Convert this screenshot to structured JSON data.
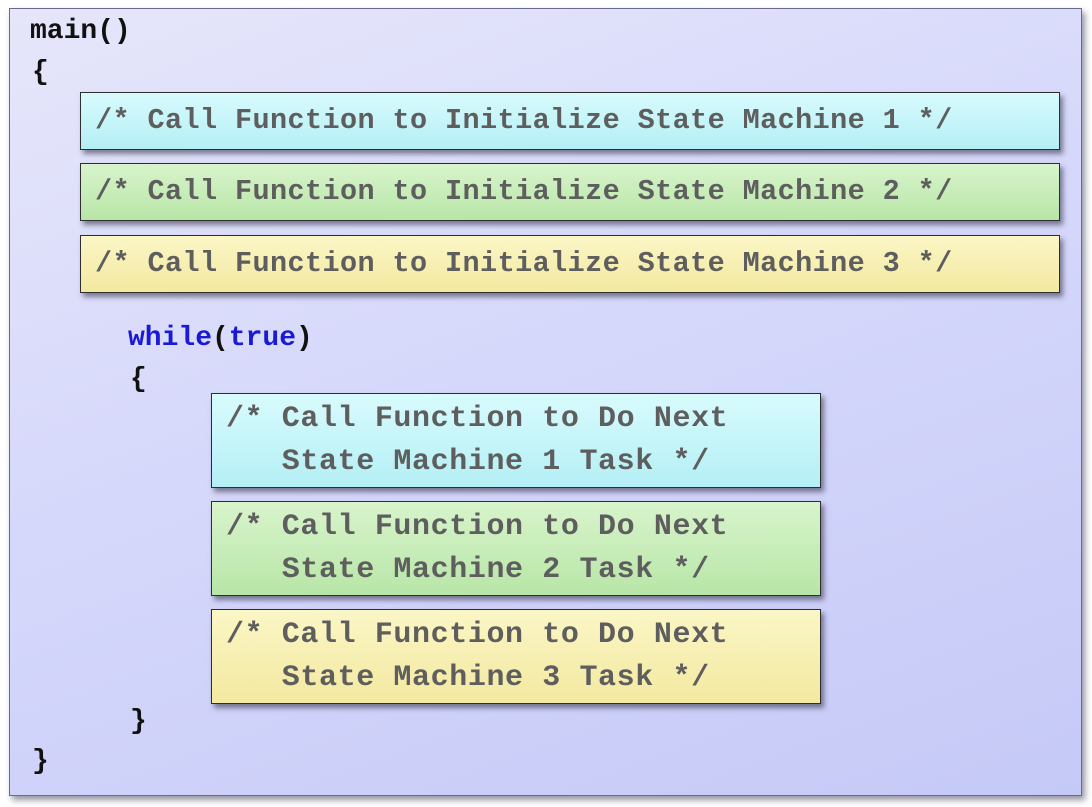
{
  "code": {
    "main_line": "main()",
    "outer_open": "{",
    "while_keyword": "while",
    "while_paren_open": "(",
    "true_keyword": "true",
    "while_paren_close": ")",
    "inner_open": "{",
    "inner_close": "}",
    "outer_close": "}"
  },
  "init_calls": [
    {
      "text": "/* Call Function to Initialize State Machine 1 */",
      "color": "#c3f3f8"
    },
    {
      "text": "/* Call Function to Initialize State Machine 2 */",
      "color": "#c6ecb7"
    },
    {
      "text": "/* Call Function to Initialize State Machine 3 */",
      "color": "#f7efb2"
    }
  ],
  "task_calls": [
    {
      "line1": "/* Call Function to Do Next",
      "line2": "   State Machine 1 Task */",
      "color": "#c3f3f8"
    },
    {
      "line1": "/* Call Function to Do Next",
      "line2": "   State Machine 2 Task */",
      "color": "#c6ecb7"
    },
    {
      "line1": "/* Call Function to Do Next",
      "line2": "   State Machine 3 Task */",
      "color": "#f7efb2"
    }
  ],
  "colors": {
    "keyword": "#1a1ad6",
    "comment_text": "#5e5e5e",
    "panel_background": "#d6d8fb"
  }
}
